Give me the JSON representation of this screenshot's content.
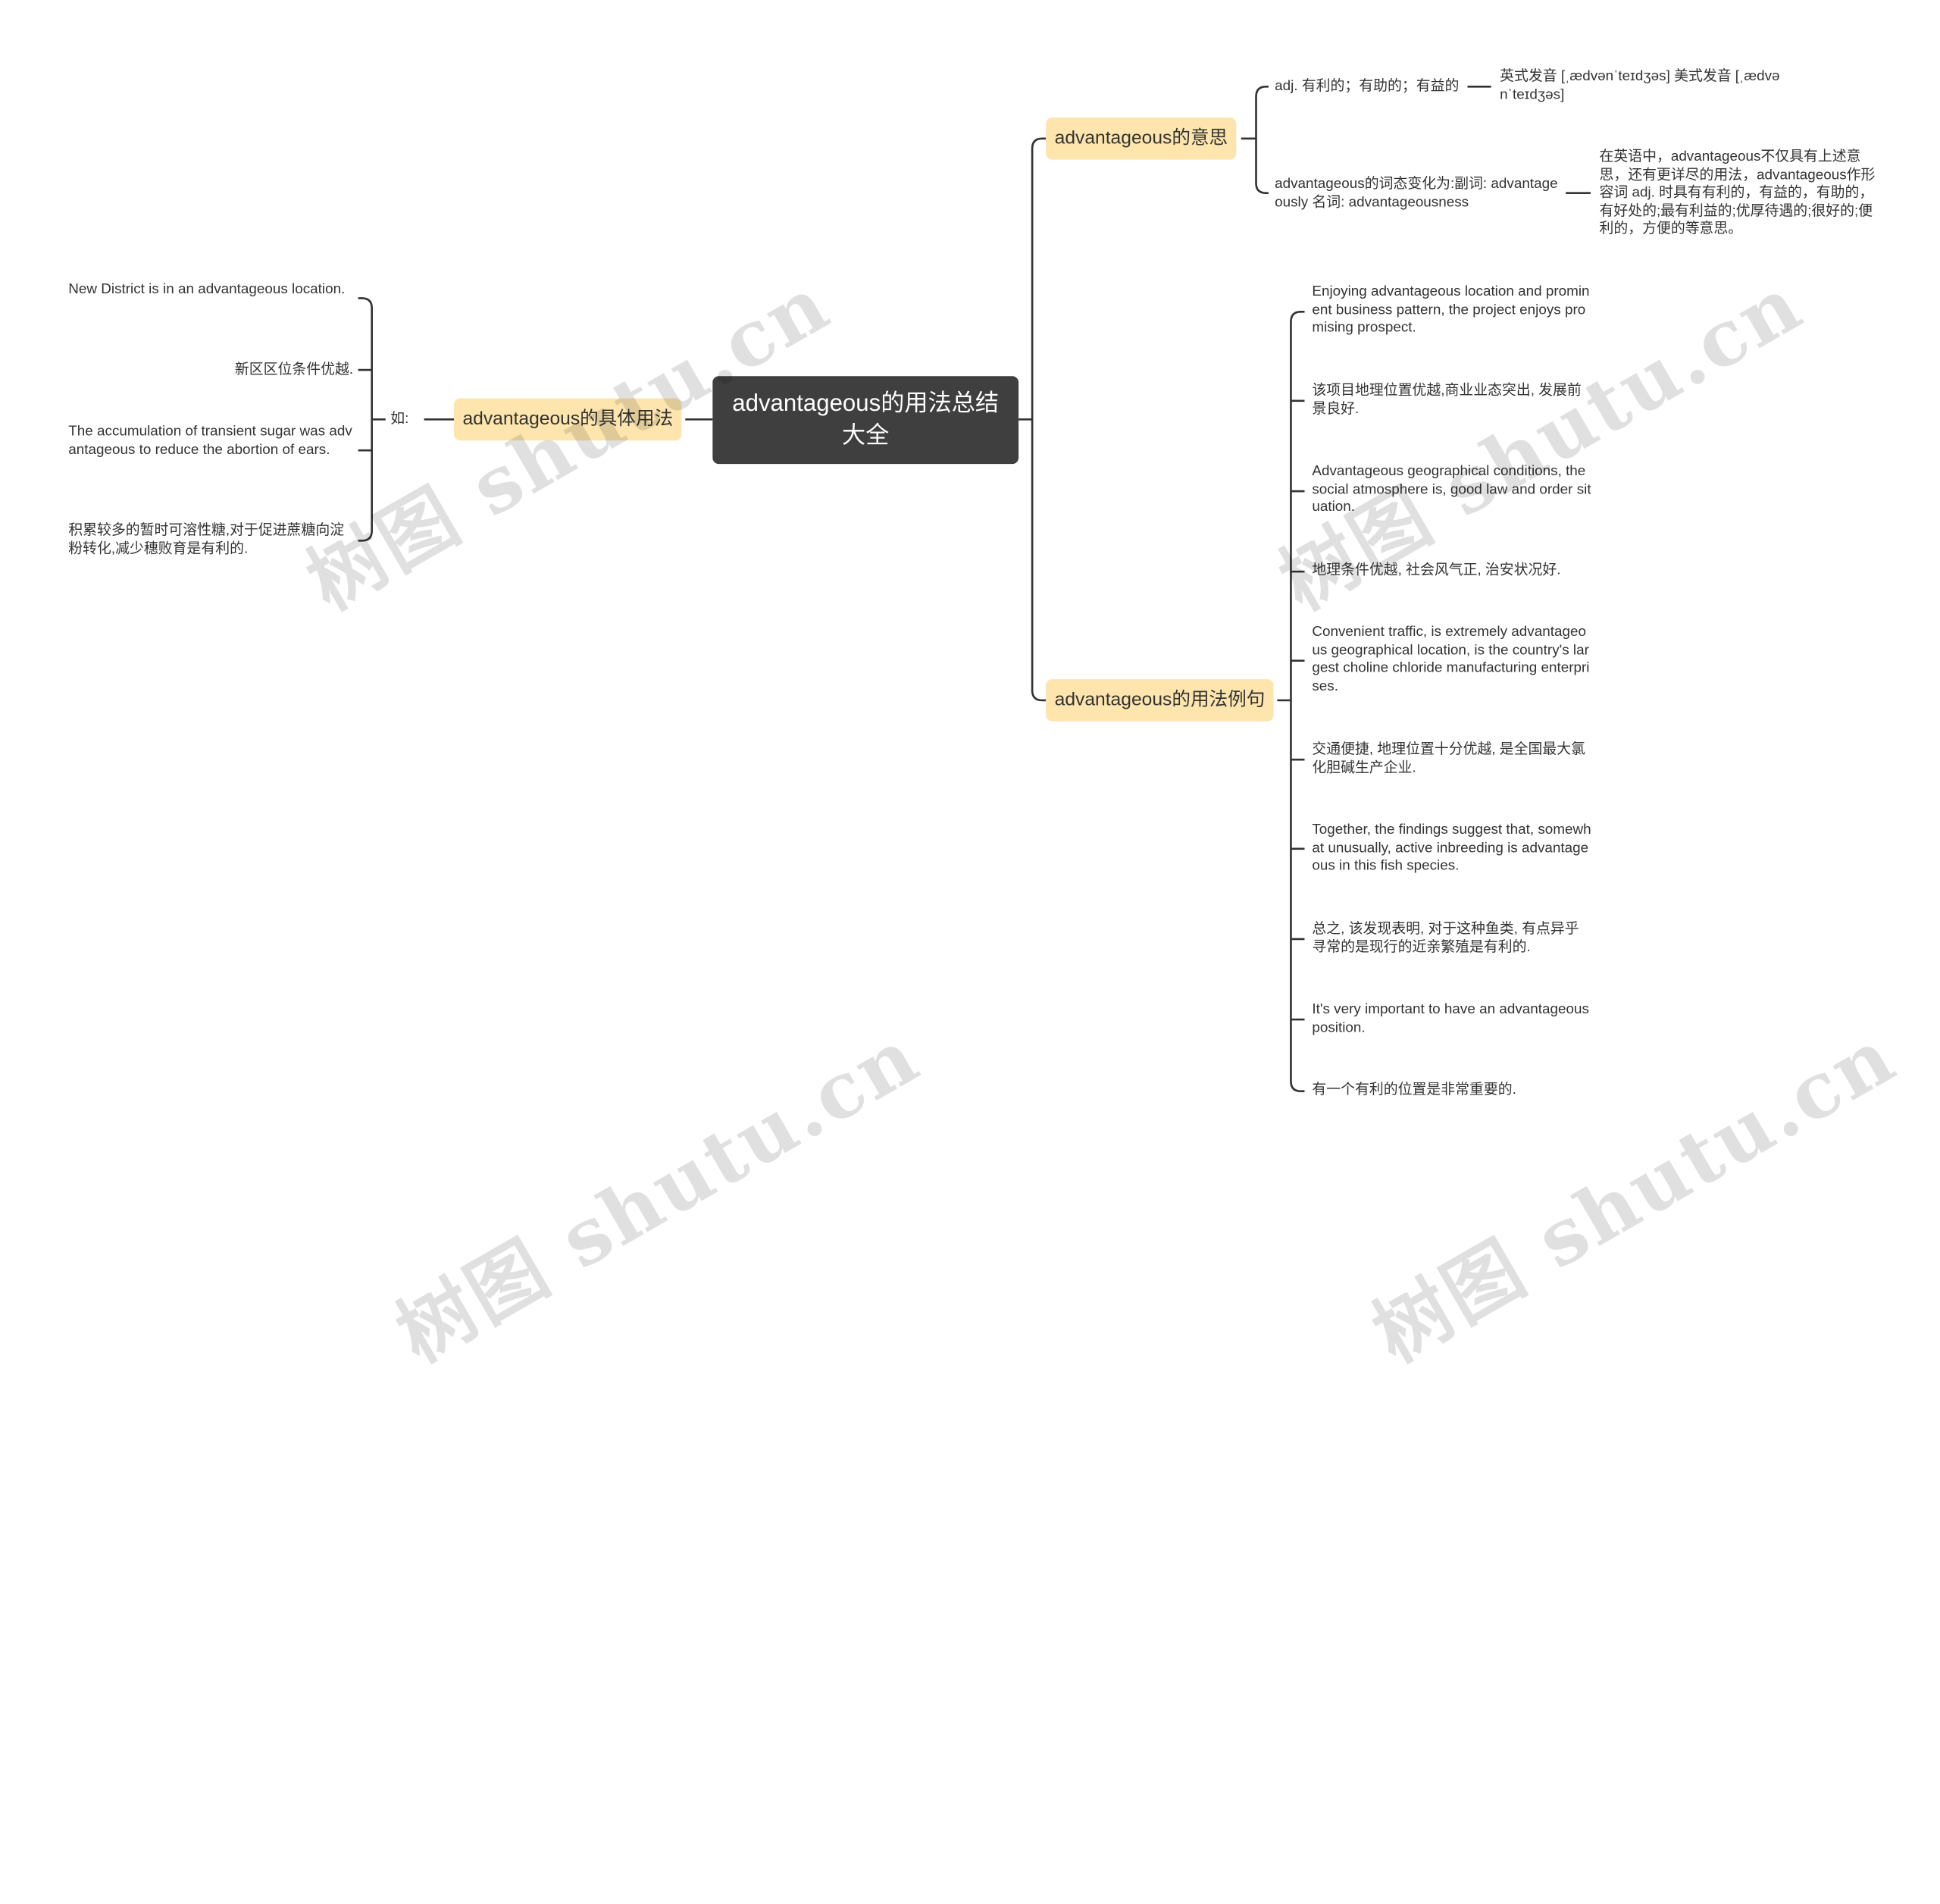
{
  "root": {
    "title": "advantageous的用法总结大全"
  },
  "topics": {
    "meaning": "advantageous的意思",
    "examples": "advantageous的用法例句",
    "usage": "advantageous的具体用法"
  },
  "meaning": {
    "def": "adj. 有利的；有助的；有益的",
    "pronunciation": "英式发音 [ˌædvənˈteɪdʒəs] 美式发音 [ˌædvənˈteɪdʒəs]",
    "forms": "advantageous的词态变化为:副词: advantageously 名词: advantageousness",
    "forms_note": "在英语中，advantageous不仅具有上述意思，还有更详尽的用法，advantageous作形容词 adj. 时具有有利的，有益的，有助的，有好处的;最有利益的;优厚待遇的;很好的;便利的，方便的等意思。"
  },
  "examples": [
    "Enjoying advantageous location and prominent business pattern, the project enjoys promising prospect.",
    "该项目地理位置优越,商业业态突出, 发展前景良好.",
    "Advantageous geographical conditions, the social atmosphere is, good law and order situation.",
    "地理条件优越, 社会风气正, 治安状况好.",
    "Convenient traffic, is extremely advantageous geographical location, is the country's largest choline chloride manufacturing enterprises.",
    "交通便捷, 地理位置十分优越, 是全国最大氯化胆碱生产企业.",
    "Together, the findings suggest that, somewhat unusually, active inbreeding is advantageous in this fish species.",
    "总之, 该发现表明, 对于这种鱼类, 有点异乎寻常的是现行的近亲繁殖是有利的.",
    "It's very important to have an advantageous position.",
    "有一个有利的位置是非常重要的."
  ],
  "usage": {
    "connector": "如:",
    "items": [
      "New District is in an advantageous location.",
      "新区区位条件优越.",
      "The accumulation of transient sugar was advantageous to reduce the abortion of ears.",
      "积累较多的暂时可溶性糖,对于促进蔗糖向淀粉转化,减少穗败育是有利的."
    ]
  },
  "watermark": "树图 shutu.cn",
  "colors": {
    "root": "#3f3f3f",
    "topic": "#fde5ad",
    "line": "#333333"
  }
}
